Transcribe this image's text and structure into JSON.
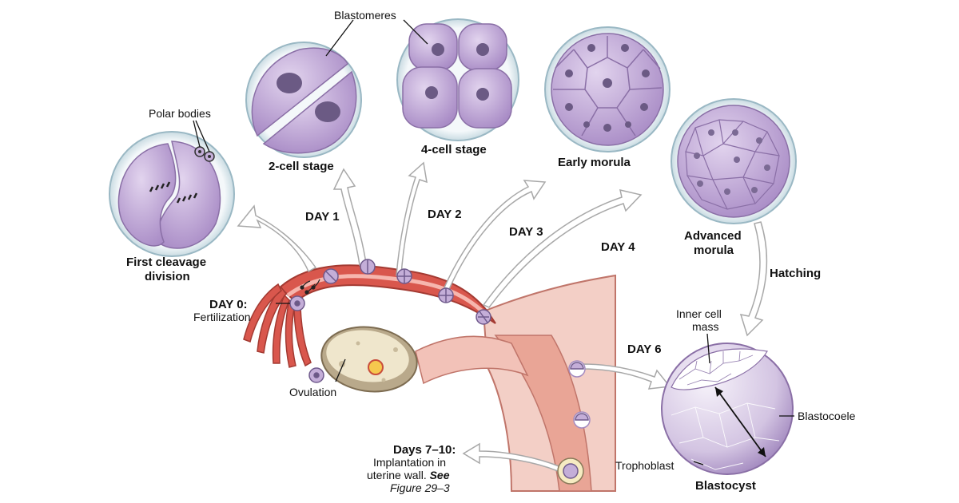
{
  "labels": {
    "blastomeres": "Blastomeres",
    "polar_bodies": "Polar bodies",
    "two_cell": "2-cell stage",
    "four_cell": "4-cell stage",
    "early_morula": "Early morula",
    "advanced_morula_1": "Advanced",
    "advanced_morula_2": "morula",
    "first_cleavage_1": "First cleavage",
    "first_cleavage_2": "division",
    "day0": "DAY 0:",
    "fertilization": "Fertilization",
    "day1": "DAY 1",
    "day2": "DAY 2",
    "day3": "DAY 3",
    "day4": "DAY 4",
    "day6": "DAY 6",
    "hatching": "Hatching",
    "inner_cell_1": "Inner cell",
    "inner_cell_2": "mass",
    "blastocoele": "Blastocoele",
    "trophoblast": "Trophoblast",
    "blastocyst": "Blastocyst",
    "ovulation": "Ovulation",
    "days_7_10": "Days 7–10:",
    "implant_1": "Implantation in",
    "implant_2a": "uterine wall.",
    "implant_2b": "See",
    "implant_3": "Figure 29–3"
  },
  "colors": {
    "cell_fill": "#c4aed8",
    "cell_stroke": "#8a6fa6",
    "zona": "#e4eef1",
    "nucleus": "#6b5a84",
    "tube": "#d9534a",
    "tube_light": "#f0a8a0",
    "uterus": "#f2c9c0",
    "ovary": "#ede3c8",
    "arrow": "#ffffff",
    "arrow_stroke": "#a0a0a0"
  }
}
